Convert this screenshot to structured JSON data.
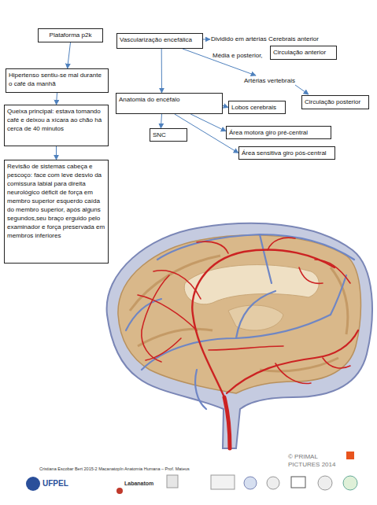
{
  "diagram": {
    "nodes": [
      {
        "text": [
          "Plataforma p2k"
        ]
      },
      {
        "text": [
          "Hipertenso sentiu-se mal durante o café da manhã"
        ]
      },
      {
        "text": [
          "Queixa principal: estava tomando café e deixou a xícara ao chão há cerca de 40 minutos"
        ]
      },
      {
        "text": [
          "Revisão de sistemas cabeça e pescoço: face com leve desvio da comissura labial para direita neurológico déficit de força em membro superior esquerdo caída do membro superior, após alguns segundos,seu braço erguido pelo examinador e força preservada em membros inferiores"
        ]
      },
      {
        "text": [
          "Vascularização encefálica"
        ]
      },
      {
        "text": [
          "Circulação anterior"
        ]
      },
      {
        "text": [
          "Anatomia do encéfalo"
        ]
      },
      {
        "text": [
          "Circulação posterior"
        ]
      },
      {
        "text": [
          "Lobos cerebrais"
        ]
      },
      {
        "text": [
          "SNC"
        ]
      },
      {
        "text": [
          "Área motora giro pré-central"
        ]
      },
      {
        "text": [
          "Área sensitiva giro pós-central"
        ]
      }
    ],
    "edges": [
      {
        "from": 0,
        "to": 1,
        "arrow": "to"
      },
      {
        "from": 1,
        "to": 2,
        "arrow": "to"
      },
      {
        "from": 2,
        "to": 3,
        "arrow": "to"
      },
      {
        "from": 4,
        "to": 6,
        "arrow": "to"
      },
      {
        "from": 6,
        "to": 9,
        "arrow": "to"
      },
      {
        "from": 6,
        "to": 8,
        "arrow": "to"
      },
      {
        "from": 6,
        "to": 10,
        "arrow": "to"
      },
      {
        "from": 6,
        "to": 11,
        "arrow": "to"
      }
    ],
    "labels": [
      "Dividido em artérias Cerebrais anterior",
      "Média e posterior,",
      "Artérias vertebrais",
      "© PRIMAL PICTURES 2014",
      "Cristiana Escobar Bert 2015-2 Macanatopln Anatomia Humana – Prof. Mateus",
      "UFPEL",
      "Labanatom"
    ]
  }
}
